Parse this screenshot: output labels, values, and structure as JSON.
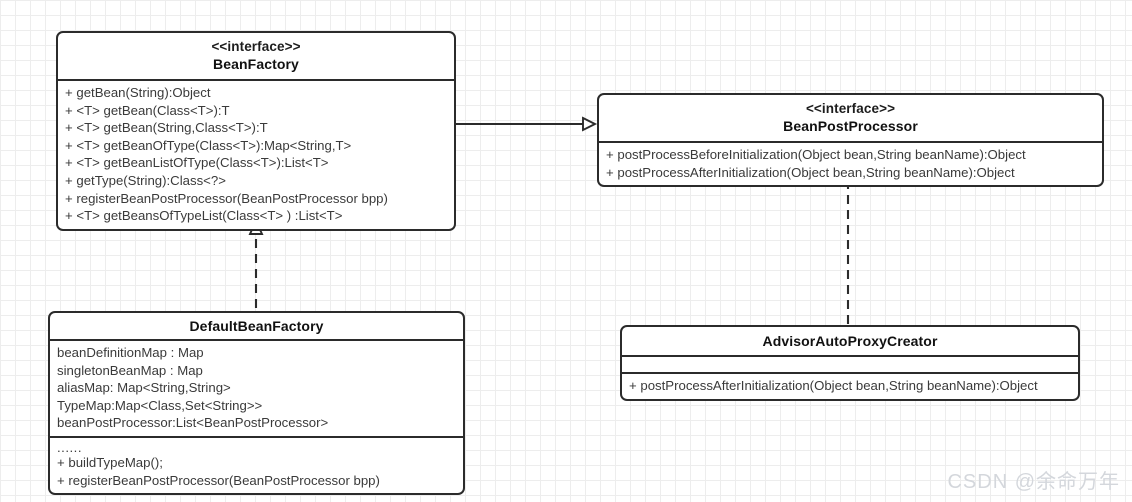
{
  "diagram": {
    "title": "Spring BeanFactory / BeanPostProcessor UML class diagram",
    "watermark": "CSDN @余命万年",
    "line_color": "#2b2b2b",
    "background": "#ffffff",
    "grid_color": "#ededed"
  },
  "classes": {
    "bean_factory": {
      "stereotype": "<<interface>>",
      "name": "BeanFactory",
      "methods": [
        "+ getBean(String):Object",
        "+ <T> getBean(Class<T>):T",
        "+ <T> getBean(String,Class<T>):T",
        "+ <T> getBeanOfType(Class<T>):Map<String,T>",
        "+ <T> getBeanListOfType(Class<T>):List<T>",
        "+ getType(String):Class<?>",
        "+ registerBeanPostProcessor(BeanPostProcessor bpp)",
        "+ <T> getBeansOfTypeList(Class<T> ) :List<T>"
      ]
    },
    "bean_post_processor": {
      "stereotype": "<<interface>>",
      "name": "BeanPostProcessor",
      "methods": [
        "+ postProcessBeforeInitialization(Object bean,String beanName):Object",
        "+ postProcessAfterInitialization(Object bean,String beanName):Object"
      ]
    },
    "default_bean_factory": {
      "name": "DefaultBeanFactory",
      "attributes": [
        "beanDefinitionMap : Map",
        "singletonBeanMap : Map",
        "aliasMap: Map<String,String>",
        "TypeMap:Map<Class,Set<String>>",
        "beanPostProcessor:List<BeanPostProcessor>"
      ],
      "methods": [
        "......",
        "+ buildTypeMap();",
        "+ registerBeanPostProcessor(BeanPostProcessor bpp)"
      ]
    },
    "advisor_auto_proxy_creator": {
      "name": "AdvisorAutoProxyCreator",
      "attributes": [],
      "methods": [
        "+ postProcessAfterInitialization(Object bean,String beanName):Object"
      ]
    }
  },
  "relationships": [
    {
      "id": "bf-to-bpp",
      "from": "BeanFactory",
      "to": "BeanPostProcessor",
      "style": "solid",
      "arrow": "hollow-triangle",
      "label": ""
    },
    {
      "id": "dbf-implements-bf",
      "from": "DefaultBeanFactory",
      "to": "BeanFactory",
      "style": "dashed",
      "arrow": "hollow-triangle",
      "label": ""
    },
    {
      "id": "aapc-implements-bpp",
      "from": "AdvisorAutoProxyCreator",
      "to": "BeanPostProcessor",
      "style": "dashed",
      "arrow": "hollow-triangle",
      "label": ""
    }
  ]
}
